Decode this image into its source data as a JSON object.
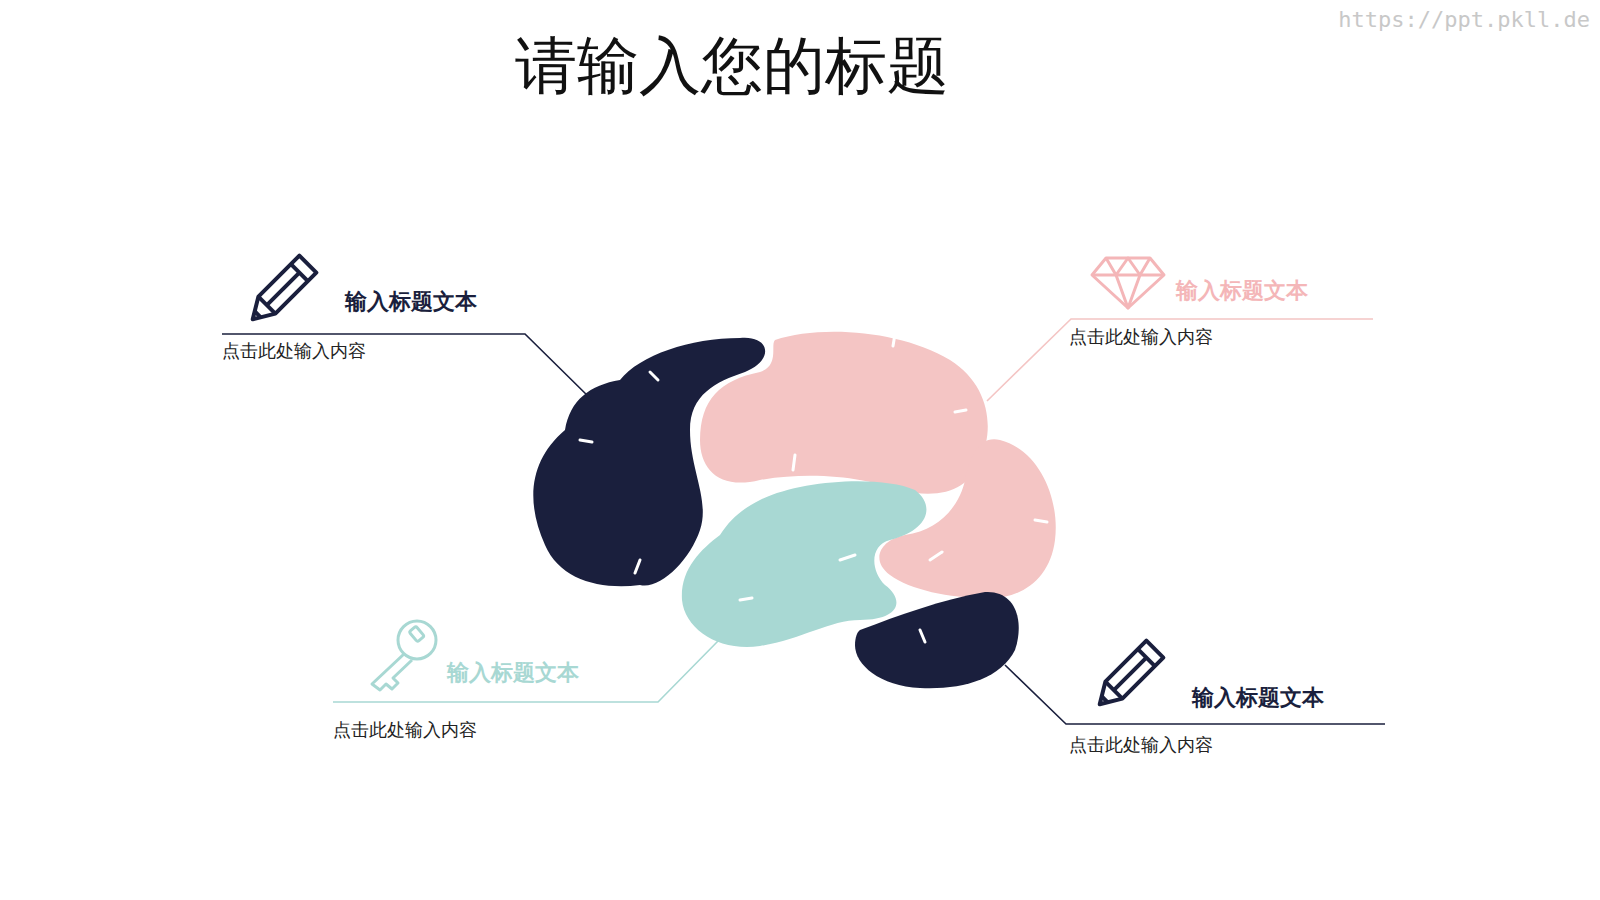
{
  "diagram": {
    "title": "请输入您的标题",
    "nodes": [
      {
        "text": [
          "输入标题文本",
          "点击此处输入内容"
        ]
      },
      {
        "text": [
          "输入标题文本",
          "点击此处输入内容"
        ]
      },
      {
        "text": [
          "输入标题文本",
          "点击此处输入内容"
        ]
      },
      {
        "text": [
          "输入标题文本",
          "点击此处输入内容"
        ]
      }
    ],
    "labels": [
      "https://ppt.pkll.de"
    ]
  }
}
